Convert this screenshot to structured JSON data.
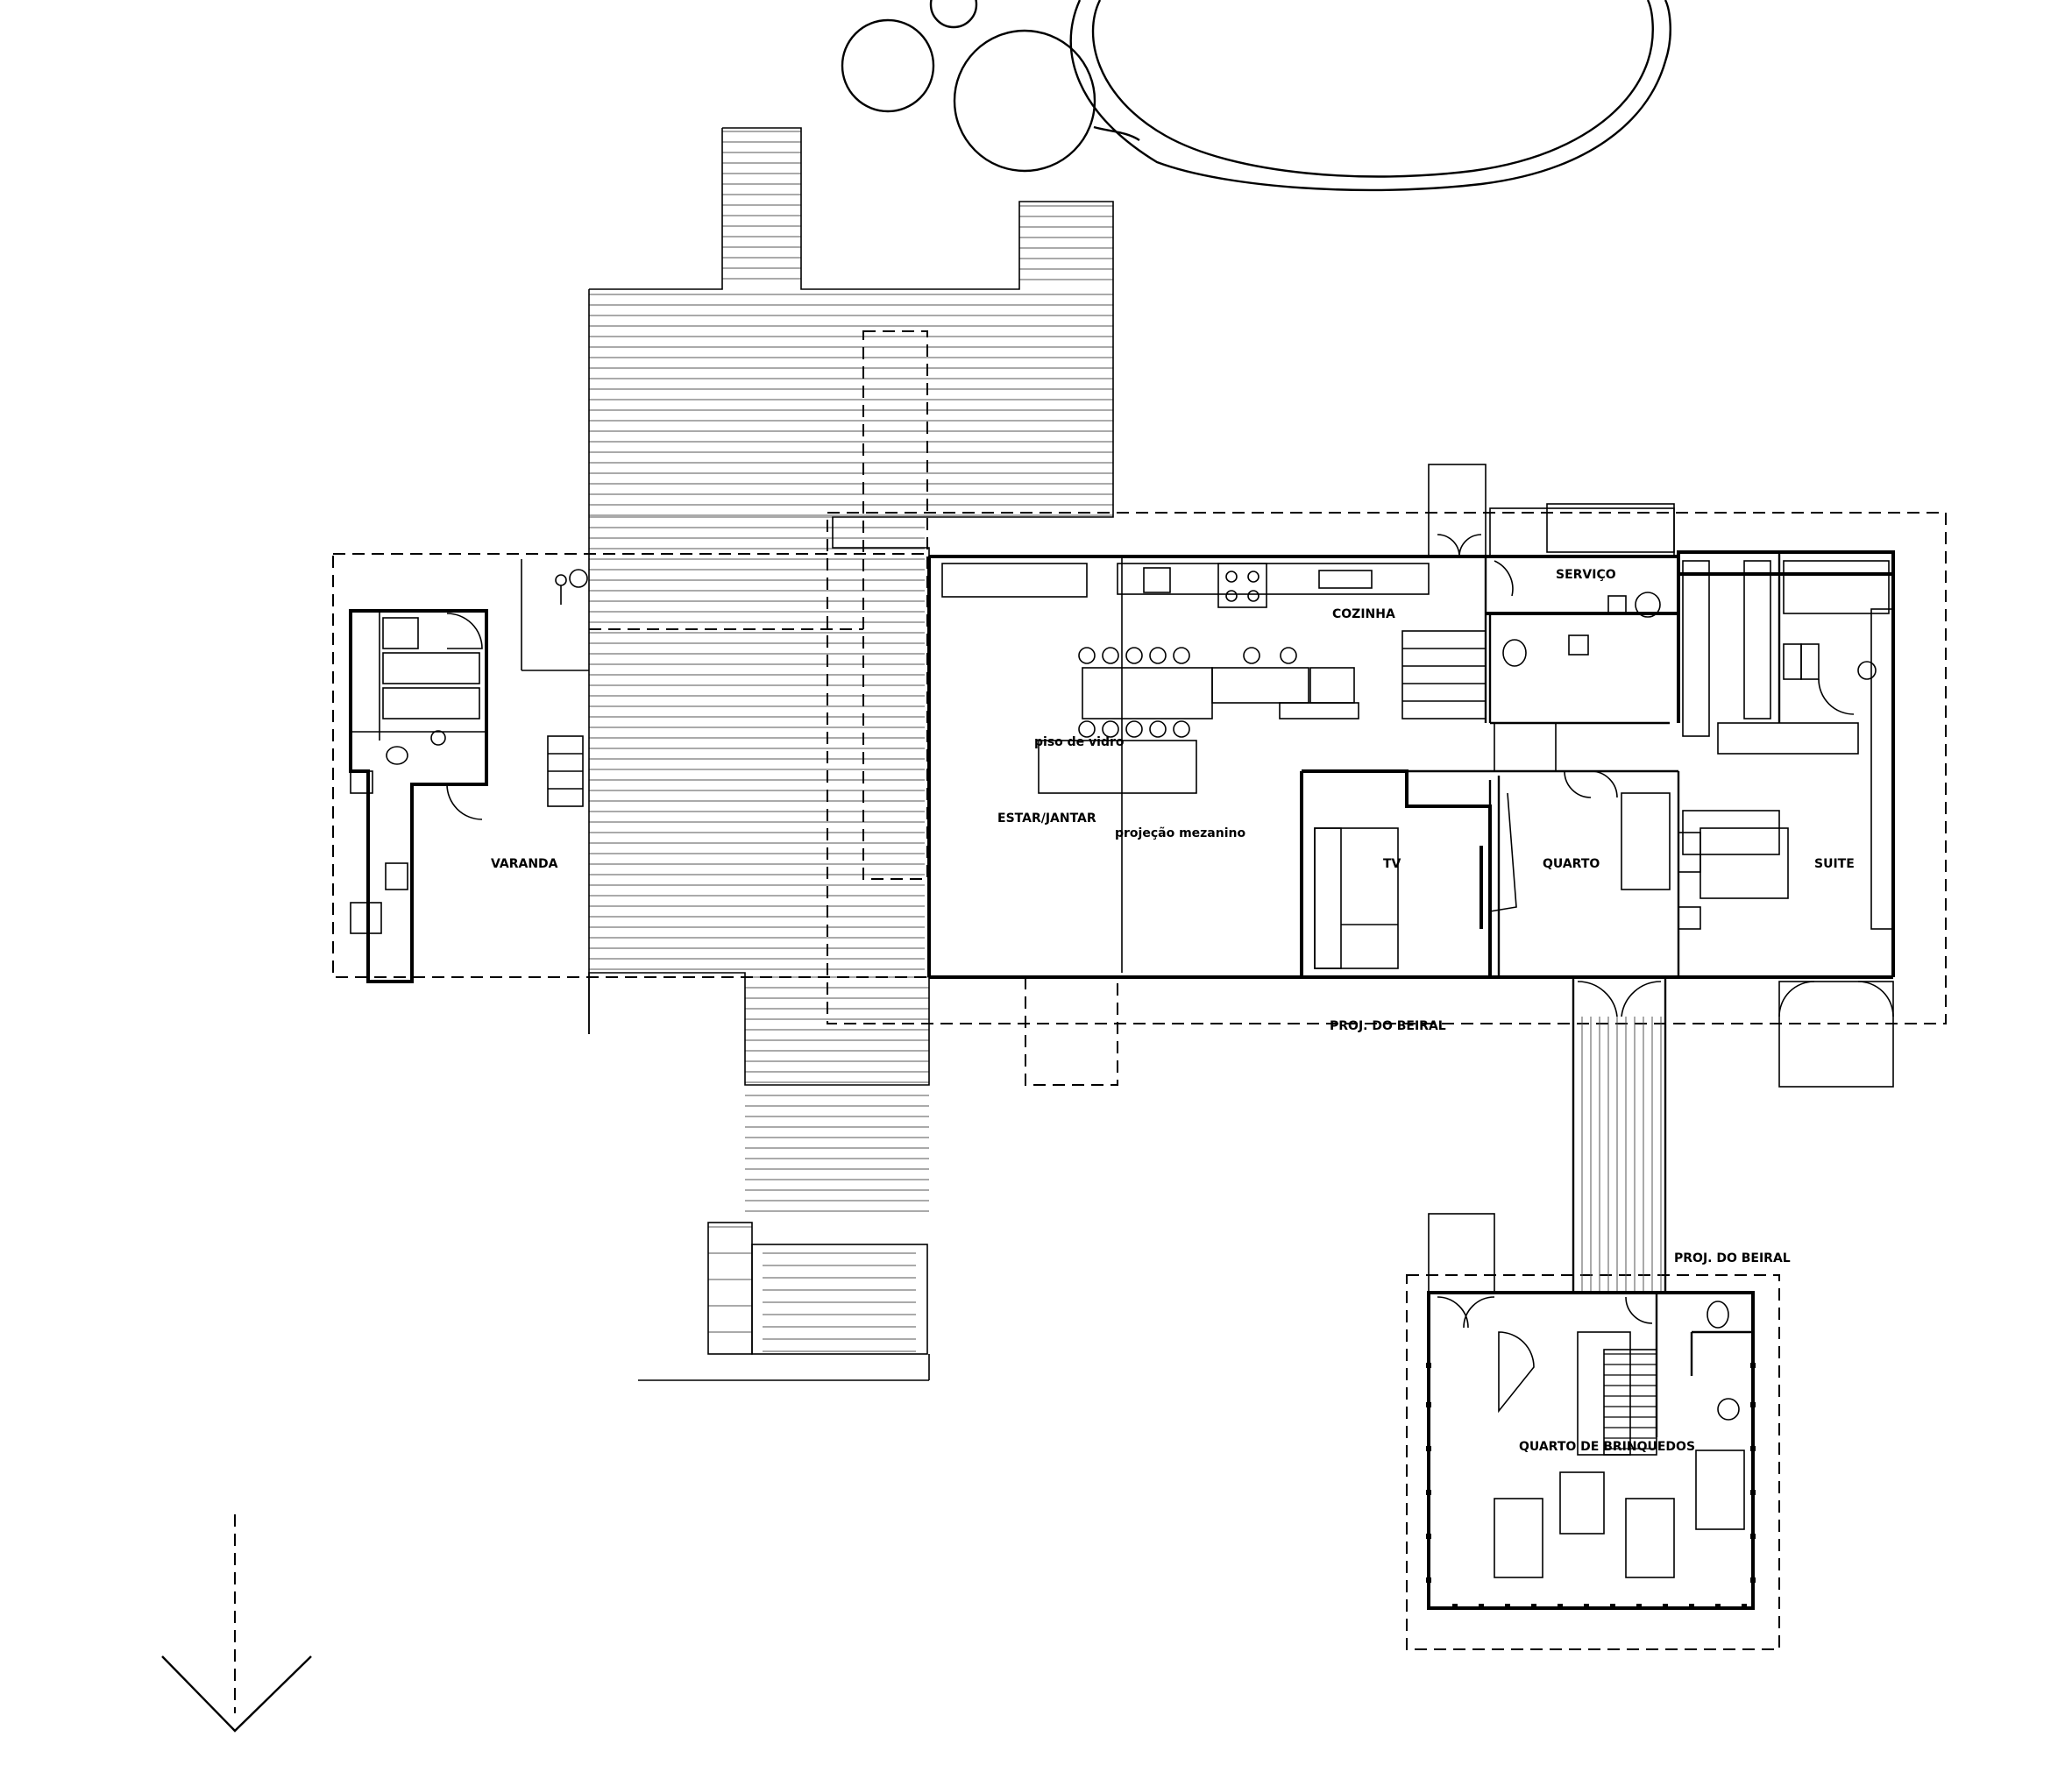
{
  "plan": {
    "rooms": {
      "varanda": "VARANDA",
      "estar_jantar": "ESTAR/JANTAR",
      "cozinha": "COZINHA",
      "servico": "SERVIÇO",
      "tv": "TV",
      "quarto": "QUARTO",
      "suite": "SUITE",
      "quarto_brinquedos": "QUARTO DE BRINQUEDOS"
    },
    "notes": {
      "piso_vidro": "piso de vidro",
      "projecao_mezanino": "projeção mezanino",
      "proj_beiral_main": "PROJ. DO BEIRAL",
      "proj_beiral_annex": "PROJ. DO BEIRAL"
    },
    "icons": [
      "north-arrow-icon",
      "tree-icon",
      "pool-icon",
      "toilet-icon",
      "stove-icon",
      "sink-icon",
      "bed-icon",
      "bathtub-icon"
    ]
  }
}
